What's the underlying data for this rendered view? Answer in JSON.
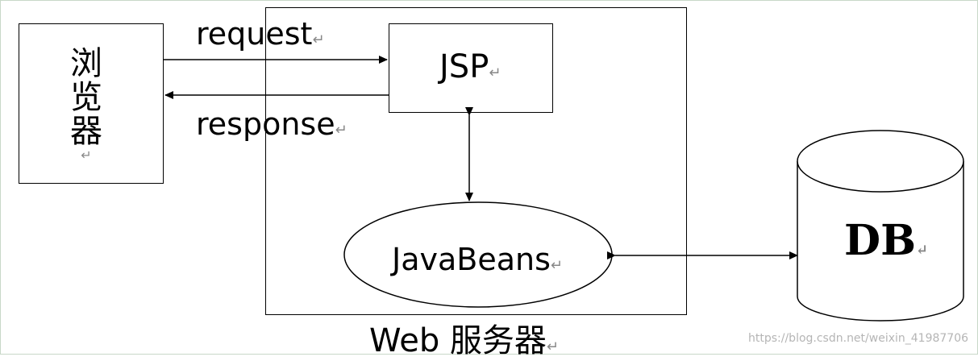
{
  "browser": {
    "label_chars": [
      "浏",
      "览",
      "器"
    ],
    "mark": "↵"
  },
  "arrows": {
    "request": "request",
    "response": "response"
  },
  "jsp": {
    "label": "JSP"
  },
  "javabeans": {
    "label": "JavaBeans"
  },
  "db": {
    "label": "DB"
  },
  "server": {
    "label": "Web 服务器"
  },
  "return_mark": "↵",
  "watermark": "https://blog.csdn.net/weixin_41987706"
}
